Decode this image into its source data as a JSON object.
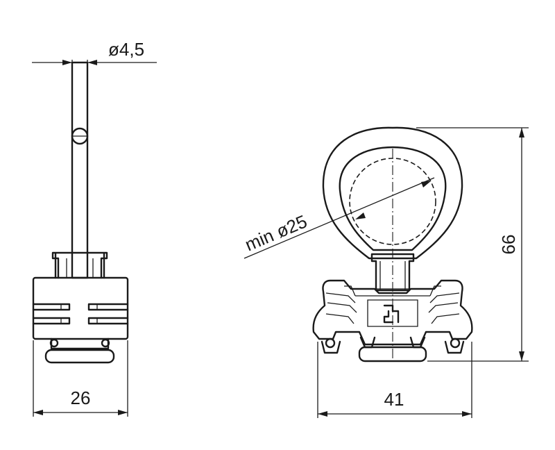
{
  "drawing": {
    "dimensions": {
      "pin_diameter": "ø4,5",
      "side_width": "26",
      "front_width": "41",
      "height": "66",
      "ring_min_diameter": "min ø25"
    }
  }
}
